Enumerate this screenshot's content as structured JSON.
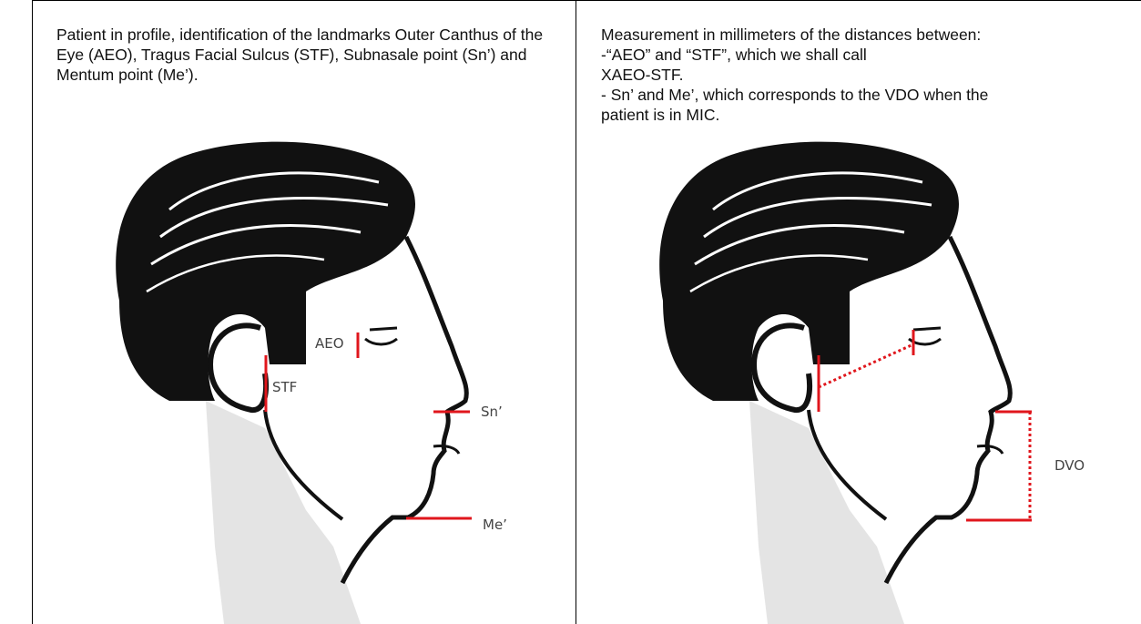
{
  "left_panel": {
    "caption": "Patient in profile, identification of the landmarks Outer Canthus of the Eye (AEO), Tragus Facial Sulcus (STF), Subnasale point (Sn’) and Mentum point (Me’).",
    "labels": {
      "aeo": "AEO",
      "stf": "STF",
      "sn": "Sn’",
      "me": "Me’"
    }
  },
  "right_panel": {
    "caption_lines": [
      "Measurement in millimeters of the distances between:",
      "-“AEO” and “STF”, which we shall call",
      "XAEO-STF.",
      "- Sn’ and Me’, which corresponds to the VDO when the",
      "patient is in MIC."
    ],
    "labels": {
      "dvo": "DVO"
    }
  },
  "colors": {
    "marker": "#e0161c",
    "ink": "#111111",
    "border": "#000000",
    "label": "#444444"
  }
}
